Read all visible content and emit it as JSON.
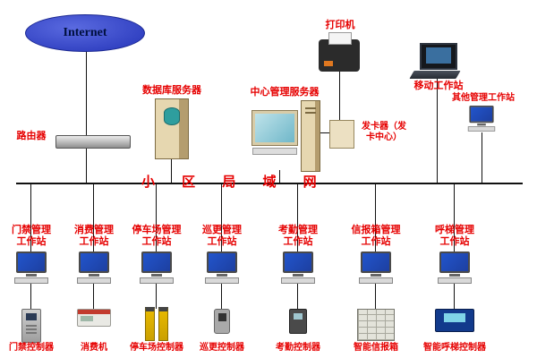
{
  "diagram": {
    "internet_label": "Internet",
    "bus_label": "小 区 局 域 网",
    "router_label": "路由器",
    "database_server_label": "数据库服务器",
    "central_server_label": "中心管理服务器",
    "printer_label": "打印机",
    "mobile_workstation_label": "移动工作站",
    "card_issuer_label": "发卡器（发\n卡中心）",
    "other_workstation_label": "其他管理工作站",
    "workstations": [
      {
        "label": "门禁管理\n工作站",
        "device": "门禁控制器",
        "device_icon": "access-controller-icon"
      },
      {
        "label": "消费管理\n工作站",
        "device": "消费机",
        "device_icon": "pos-machine-icon"
      },
      {
        "label": "停车场管理\n工作站",
        "device": "停车场控制器",
        "device_icon": "parking-barrier-icon"
      },
      {
        "label": "巡更管理\n工作站",
        "device": "巡更控制器",
        "device_icon": "patrol-controller-icon"
      },
      {
        "label": "考勤管理\n工作站",
        "device": "考勤控制器",
        "device_icon": "attendance-controller-icon"
      },
      {
        "label": "信报箱管理\n工作站",
        "device": "智能信报箱",
        "device_icon": "smart-mailbox-icon"
      },
      {
        "label": "呼梯管理\n工作站",
        "device": "智能呼梯控制器",
        "device_icon": "elevator-call-controller-icon"
      }
    ],
    "colors": {
      "label_red": "#e60000",
      "internet_blue": "#2434b8",
      "screen_blue": "#2255cc",
      "barrier_yellow": "#e6b800"
    }
  }
}
